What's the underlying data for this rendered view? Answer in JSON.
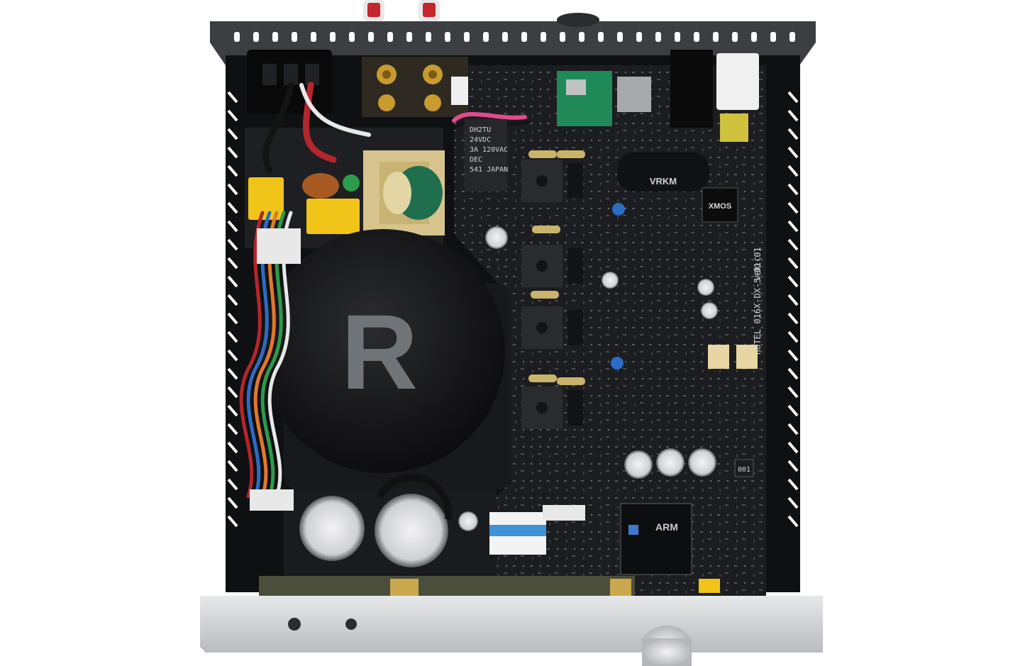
{
  "photo": {
    "subject": "internal",
    "colors": {
      "background": "#ffffff",
      "chassis": "#0f1012",
      "top_panel": "#3c3e42",
      "front_panel": "#cfd0d2",
      "pcb": "#1c1d20",
      "transformer": "#141416",
      "logo": "#6f7479",
      "mosfet": "#2a2b2e",
      "wire_red": "#b3262b",
      "wire_black": "#141414",
      "wire_white": "#e8e8e8",
      "wire_blue": "#2b6cc4",
      "wire_green": "#2c9b4a",
      "wire_orange": "#e0792a",
      "wire_pink": "#e24a8d",
      "cap_silver": "#d9dadd",
      "yellow_cap": "#f0c419",
      "green_module": "#1f8a58"
    }
  },
  "labels": {
    "brand_logo": "R",
    "board_id": "ROTEL 016X-DX-5-01-01",
    "board_ver": "VER:C",
    "cpu": "ARM",
    "relay": "DH2TU\n24VDC\n3A 120VAC\nDEC\n541 JAPAN",
    "xmos": "XMOS",
    "cap_brand": "VRKM",
    "inductor": "001"
  }
}
